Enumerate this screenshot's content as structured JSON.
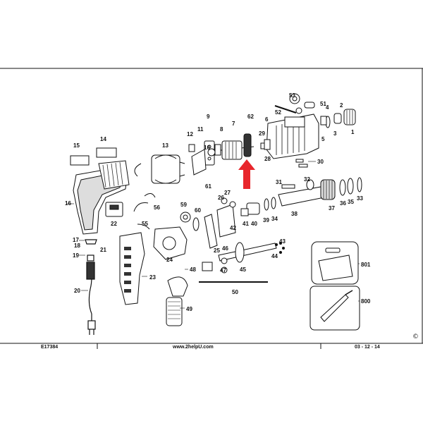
{
  "part_numbers": {
    "p1": "1",
    "p2": "2",
    "p3": "3",
    "p4": "4",
    "p5": "5",
    "p6": "6",
    "p7": "7",
    "p8": "8",
    "p9": "9",
    "p10": "10",
    "p11": "11",
    "p12": "12",
    "p13": "13",
    "p14": "14",
    "p15": "15",
    "p16": "16",
    "p17": "17",
    "p18": "18",
    "p19": "19",
    "p20": "20",
    "p21": "21",
    "p22": "22",
    "p23": "23",
    "p24": "24",
    "p25": "25",
    "p26": "26",
    "p27": "27",
    "p28": "28",
    "p29": "29",
    "p30": "30",
    "p31": "31",
    "p32": "32",
    "p33": "33",
    "p34": "34",
    "p35": "35",
    "p36": "36",
    "p37": "37",
    "p38": "38",
    "p39": "39",
    "p40": "40",
    "p41": "41",
    "p42": "42",
    "p43": "43",
    "p44": "44",
    "p45": "45",
    "p46": "46",
    "p47": "47",
    "p48": "48",
    "p49": "49",
    "p50": "50",
    "p51": "51",
    "p52": "52",
    "p53": "53",
    "p55": "55",
    "p56": "56",
    "p59": "59",
    "p60": "60",
    "p61": "61",
    "p62": "62",
    "p800": "800",
    "p801": "801"
  },
  "footer": {
    "model_code": "E17384",
    "website": "www.2helpU.com",
    "date": "03 - 12 - 14"
  },
  "copyright_symbol": "©",
  "colors": {
    "arrow": "#e8262c",
    "ink": "#111111"
  }
}
